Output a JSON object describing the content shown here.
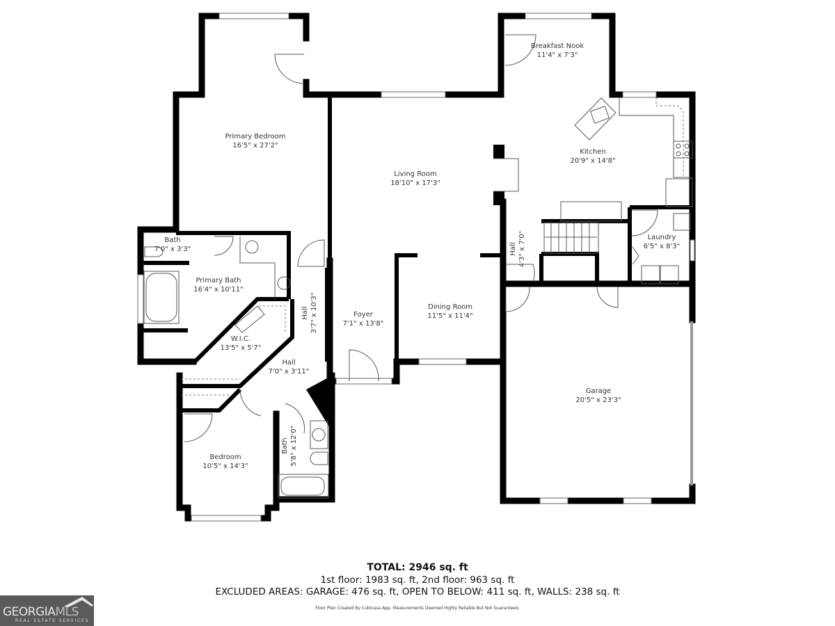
{
  "rooms": [
    {
      "id": "primary-bedroom",
      "name": "Primary Bedroom",
      "dims": "16'5\" x 27'2\""
    },
    {
      "id": "living-room",
      "name": "Living Room",
      "dims": "18'10\" x 17'3\""
    },
    {
      "id": "breakfast-nook",
      "name": "Breakfast Nook",
      "dims": "11'4\" x 7'3\""
    },
    {
      "id": "kitchen",
      "name": "Kitchen",
      "dims": "20'9\" x 14'8\""
    },
    {
      "id": "bath-small",
      "name": "Bath",
      "dims": "7'0\" x 3'3\""
    },
    {
      "id": "primary-bath",
      "name": "Primary Bath",
      "dims": "16'4\" x 10'11\""
    },
    {
      "id": "wic",
      "name": "W.I.C.",
      "dims": "13'5\" x 5'7\""
    },
    {
      "id": "hall-vertical",
      "name": "Hall",
      "dims": "3'7\" x 10'3\""
    },
    {
      "id": "hall-diagonal",
      "name": "Hall",
      "dims": "7'0\" x 3'11\""
    },
    {
      "id": "foyer",
      "name": "Foyer",
      "dims": "7'1\" x 13'8\""
    },
    {
      "id": "dining-room",
      "name": "Dining Room",
      "dims": "11'5\" x 11'4\""
    },
    {
      "id": "hall-east",
      "name": "Hall",
      "dims": "4'3\" x 7'0\""
    },
    {
      "id": "laundry",
      "name": "Laundry",
      "dims": "6'5\" x 8'3\""
    },
    {
      "id": "bedroom",
      "name": "Bedroom",
      "dims": "10'5\" x 14'3\""
    },
    {
      "id": "bath-hall",
      "name": "Bath",
      "dims": "5'8\" x 12'0\""
    },
    {
      "id": "garage",
      "name": "Garage",
      "dims": "20'5\" x 23'3\""
    }
  ],
  "summary": {
    "total": "TOTAL: 2946 sq. ft",
    "floors": "1st floor: 1983 sq. ft, 2nd floor: 963 sq. ft",
    "excluded": "EXCLUDED AREAS: GARAGE: 476 sq. ft, OPEN TO BELOW: 411 sq. ft, WALLS: 238 sq. ft",
    "disclaimer": "Floor Plan Created By Cubicasa App. Measurements Deemed Highly Reliable But Not Guaranteed."
  },
  "logo": {
    "primary": "GEORGIA",
    "secondary": "MLS",
    "tagline": "REAL ESTATE SERVICES"
  },
  "colors": {
    "wall": "#000000",
    "label": "#333333",
    "logo_bg": "#5a5a5a"
  }
}
